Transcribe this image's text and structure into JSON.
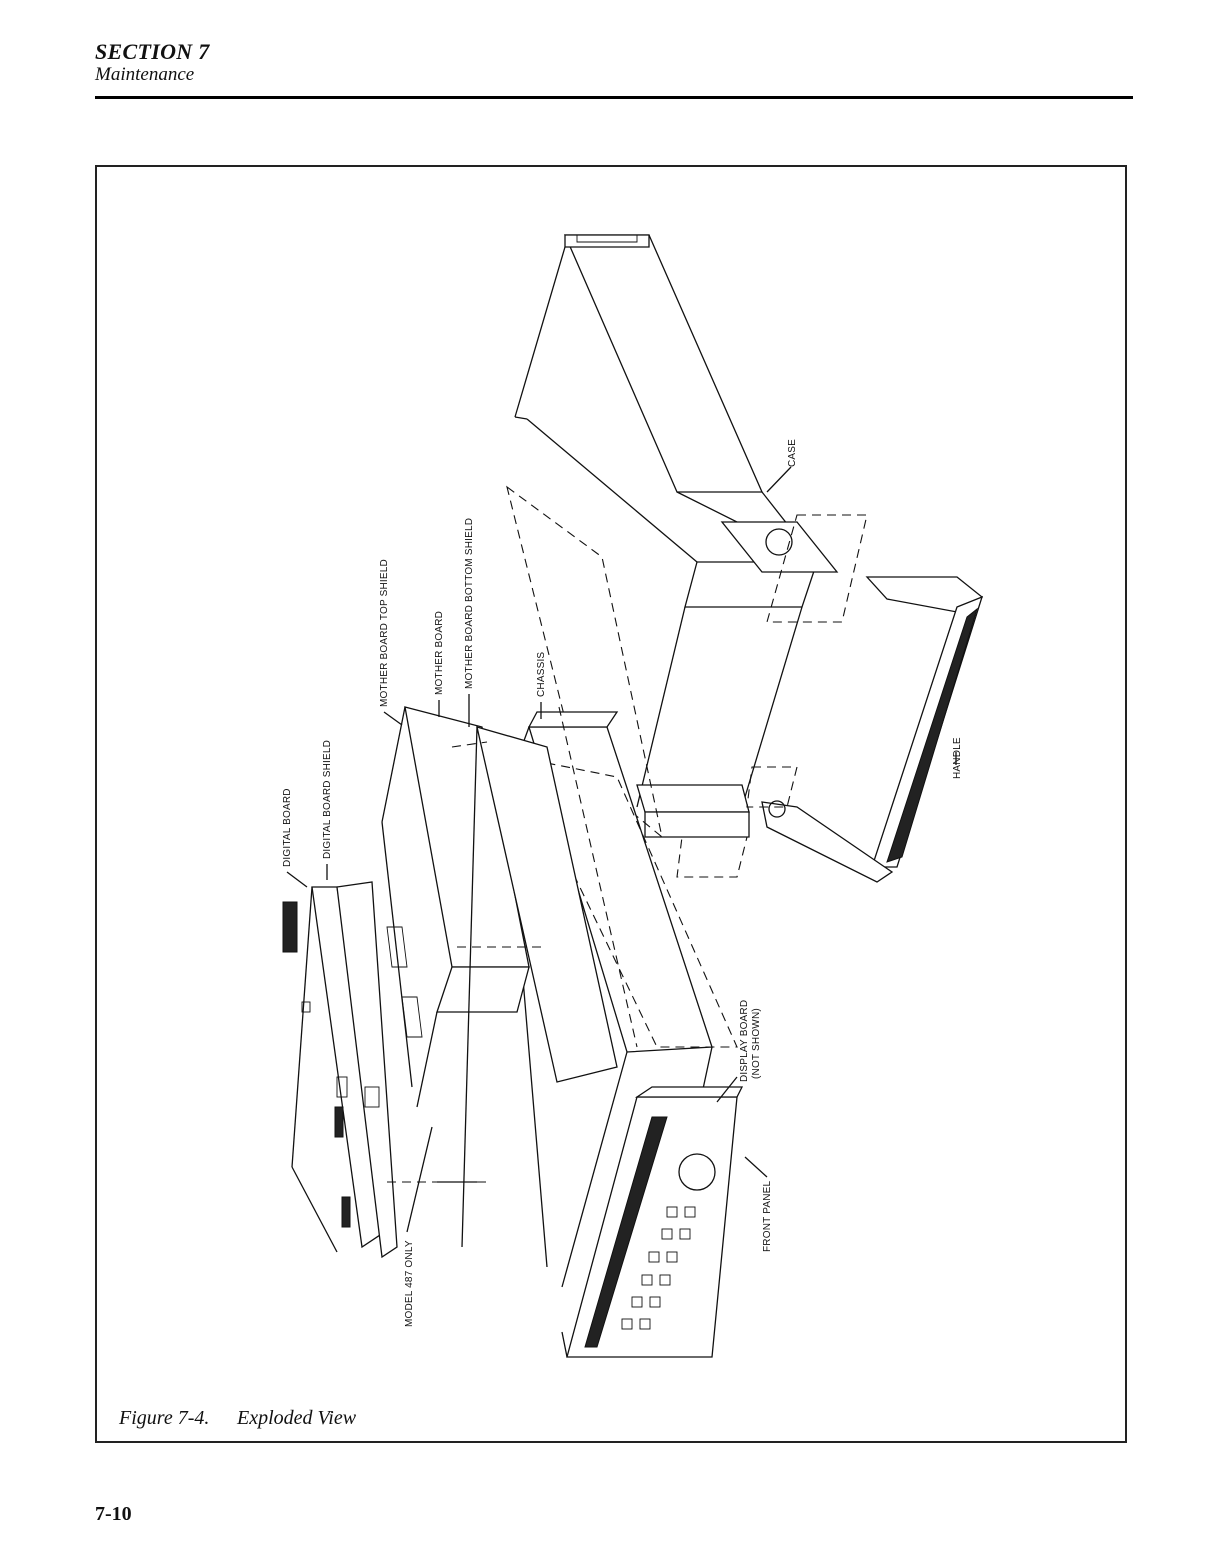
{
  "header": {
    "section": "SECTION 7",
    "subtitle": "Maintenance"
  },
  "figure": {
    "number": "Figure 7-4.",
    "title": "Exploded View",
    "labels": {
      "digital_board": "DIGITAL BOARD",
      "digital_board_shield": "DIGITAL BOARD SHIELD",
      "mother_board_top_shield": "MOTHER BOARD TOP SHIELD",
      "mother_board": "MOTHER BOARD",
      "mother_board_bottom_shield": "MOTHER BOARD BOTTOM SHIELD",
      "chassis": "CHASSIS",
      "case": "CASE",
      "handle": "HANDLE",
      "display_board_line1": "DISPLAY BOARD",
      "display_board_line2": "(NOT SHOWN)",
      "front_panel": "FRONT PANEL",
      "model_only": "MODEL 487 ONLY"
    }
  },
  "footer": {
    "page_number": "7-10"
  }
}
